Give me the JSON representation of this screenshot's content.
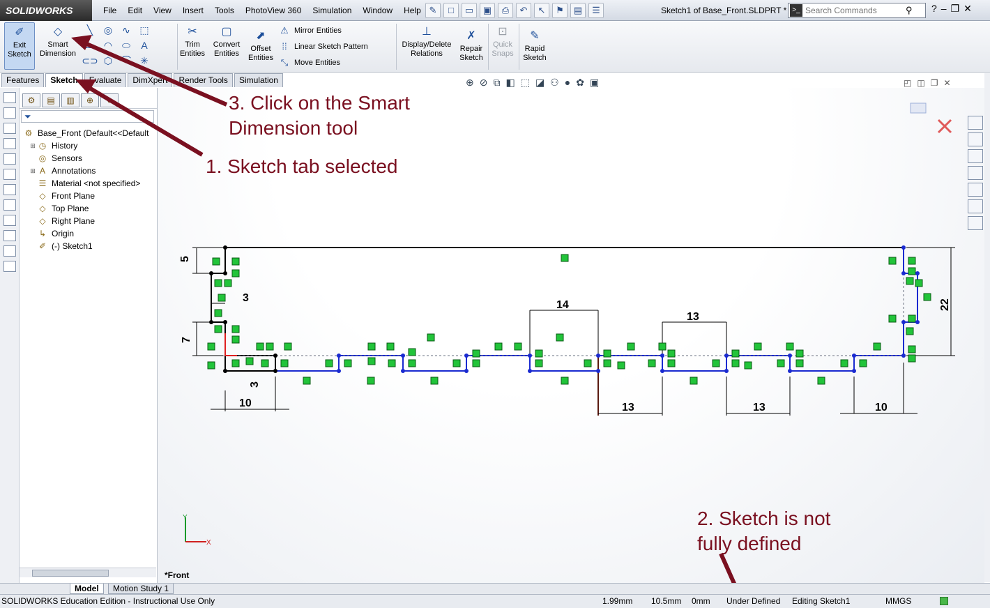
{
  "app": {
    "logo_text": "SOLIDWORKS",
    "menu": [
      "File",
      "Edit",
      "View",
      "Insert",
      "Tools",
      "PhotoView 360",
      "Simulation",
      "Window",
      "Help"
    ],
    "document_title": "Sketch1 of Base_Front.SLDPRT *",
    "search_placeholder": "Search Commands"
  },
  "command_manager": {
    "exit_sketch": "Exit Sketch",
    "smart_dimension": "Smart Dimension",
    "trim_entities": "Trim Entities",
    "convert_entities": "Convert Entities",
    "offset_entities": "Offset Entities",
    "mirror_entities": "Mirror Entities",
    "linear_sketch_pattern": "Linear Sketch Pattern",
    "move_entities": "Move Entities",
    "display_delete_relations": "Display/Delete Relations",
    "repair_sketch": "Repair Sketch",
    "quick_snaps": "Quick Snaps",
    "rapid_sketch": "Rapid Sketch"
  },
  "tabs": [
    "Features",
    "Sketch",
    "Evaluate",
    "DimXpert",
    "Render Tools",
    "Simulation"
  ],
  "active_tab": "Sketch",
  "feature_tree": {
    "root": "Base_Front  (Default<<Default",
    "items": [
      "History",
      "Sensors",
      "Annotations",
      "Material <not specified>",
      "Front Plane",
      "Top Plane",
      "Right Plane",
      "Origin",
      "(-) Sketch1"
    ]
  },
  "graphics": {
    "view_name": "*Front",
    "triad_x": "X",
    "triad_y": "Y"
  },
  "sketch_dimensions": {
    "left_5": "5",
    "left_3": "3",
    "left_7": "7",
    "left_3b": "3",
    "bottom_10a": "10",
    "top_14": "14",
    "top_13": "13",
    "bottom_13a": "13",
    "bottom_13b": "13",
    "bottom_10b": "10",
    "right_22": "22"
  },
  "bottom_tabs": [
    "Model",
    "Motion Study 1"
  ],
  "status_bar": {
    "edition": "SOLIDWORKS Education Edition - Instructional Use Only",
    "x": "1.99mm",
    "y": "10.5mm",
    "z": "0mm",
    "state": "Under Defined",
    "editing": "Editing Sketch1",
    "units": "MMGS"
  },
  "annotations": {
    "step3_line1": "3. Click on the Smart",
    "step3_line2": "Dimension tool",
    "step1": "1. Sketch tab selected",
    "step2_line1": "2. Sketch is not",
    "step2_line2": "fully defined"
  },
  "colors": {
    "annotation": "#7a1020",
    "sketch_line": "#000000",
    "underdefined": "#1a2ad0",
    "relation_icon": "#22c43a"
  }
}
